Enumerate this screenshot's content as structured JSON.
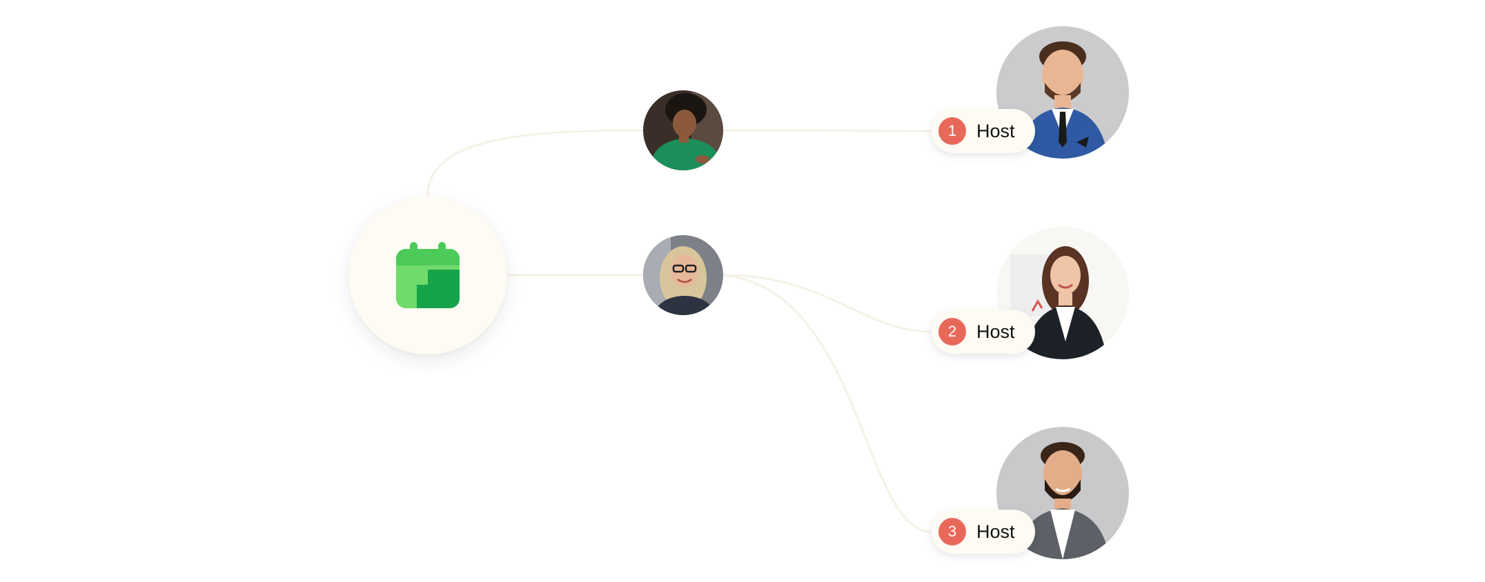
{
  "calendar": {
    "icon": "calendar-icon",
    "colors": {
      "circle_bg": "#fdfbf3",
      "icon_light": "#6fdb6a",
      "icon_mid": "#4ccb59",
      "icon_dark": "#16a34a"
    }
  },
  "guests": [
    {
      "name": "guest-avatar-1",
      "description_icon": "person-green-sweater"
    },
    {
      "name": "guest-avatar-2",
      "description_icon": "person-glasses"
    }
  ],
  "hosts": [
    {
      "rank": "1",
      "label": "Host"
    },
    {
      "rank": "2",
      "label": "Host"
    },
    {
      "rank": "3",
      "label": "Host"
    }
  ],
  "colors": {
    "badge": "#e8695a",
    "pill_bg": "#fdfbf3",
    "connector": "#f4f1e6"
  }
}
